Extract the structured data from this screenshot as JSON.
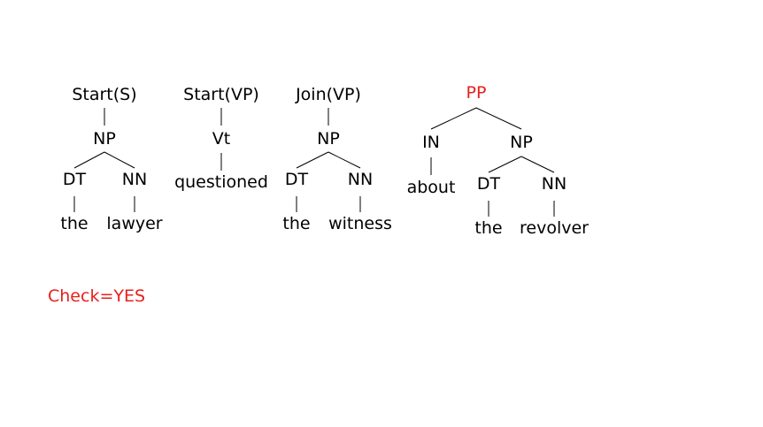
{
  "colors": {
    "text": "#000000",
    "highlight": "#e8201c"
  },
  "trees": [
    {
      "root": "Start(S)",
      "child": "NP",
      "children": [
        {
          "tag": "DT",
          "word": "the"
        },
        {
          "tag": "NN",
          "word": "lawyer"
        }
      ]
    },
    {
      "root": "Start(VP)",
      "child": "Vt",
      "word": "questioned"
    },
    {
      "root": "Join(VP)",
      "child": "NP",
      "children": [
        {
          "tag": "DT",
          "word": "the"
        },
        {
          "tag": "NN",
          "word": "witness"
        }
      ]
    },
    {
      "root": "PP",
      "left": {
        "tag": "IN",
        "word": "about"
      },
      "right": {
        "tag": "NP",
        "children": [
          {
            "tag": "DT",
            "word": "the"
          },
          {
            "tag": "NN",
            "word": "revolver"
          }
        ]
      }
    }
  ],
  "check": "Check=YES"
}
